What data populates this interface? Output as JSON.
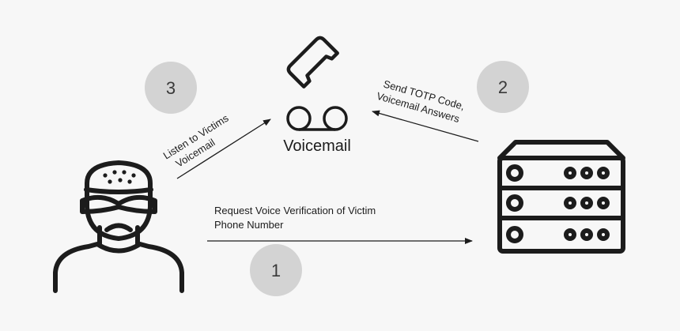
{
  "voicemail": {
    "label": "Voicemail",
    "phone_icon": "phone-icon",
    "tape_icon": "voicemail-icon"
  },
  "actors": {
    "attacker_icon": "hacker-icon",
    "server_icon": "server-icon"
  },
  "steps": [
    {
      "number": "1",
      "lines": [
        "Request Voice Verification of Victim",
        "Phone Number"
      ]
    },
    {
      "number": "2",
      "lines": [
        "Send TOTP Code,",
        "Voicemail Answers"
      ]
    },
    {
      "number": "3",
      "lines": [
        "Listen to Victims",
        "Voicemail"
      ]
    }
  ],
  "colors": {
    "background": "#f7f7f7",
    "stroke": "#1c1c1c",
    "badge": "#d3d3d3"
  }
}
